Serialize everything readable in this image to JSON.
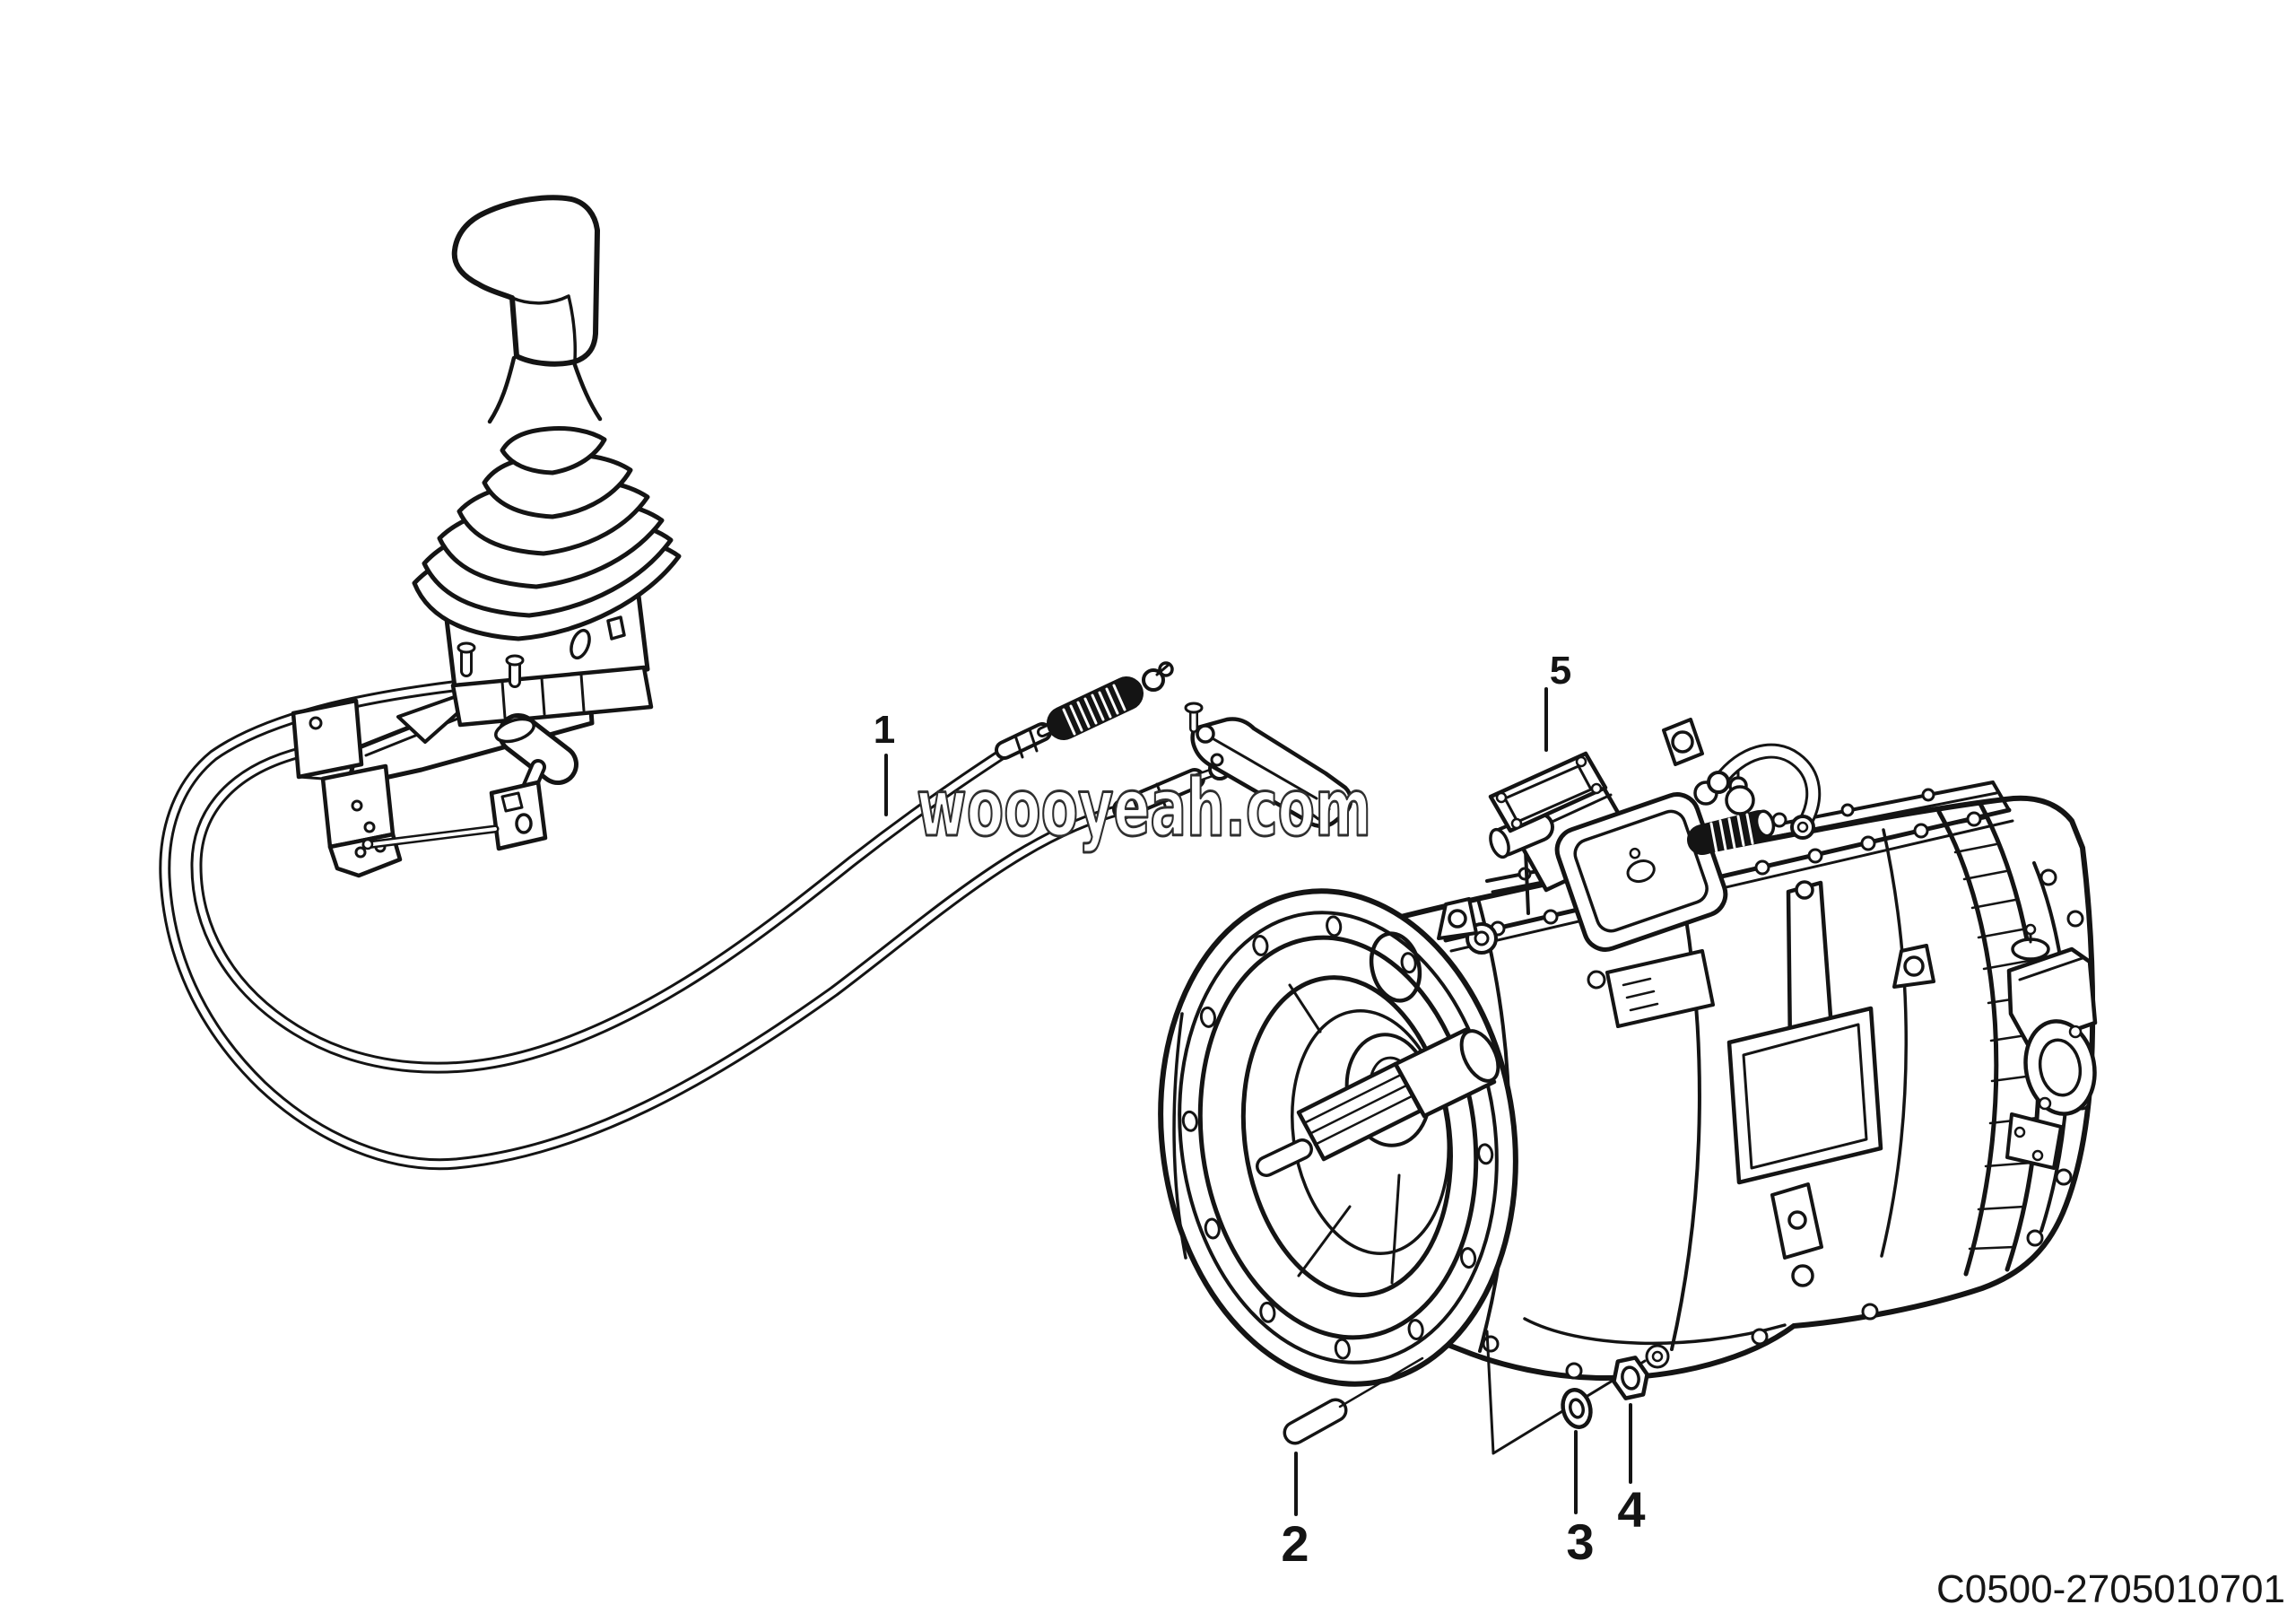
{
  "canvas": {
    "background": "#ffffff",
    "line_color": "#141414",
    "watermark_color": "#2f2f2f"
  },
  "figure": {
    "drawing_number": "C0500-2705010701",
    "watermark": "woooyeah.com",
    "callouts": [
      {
        "number": "1"
      },
      {
        "number": "2"
      },
      {
        "number": "3"
      },
      {
        "number": "4"
      },
      {
        "number": "5"
      }
    ]
  }
}
